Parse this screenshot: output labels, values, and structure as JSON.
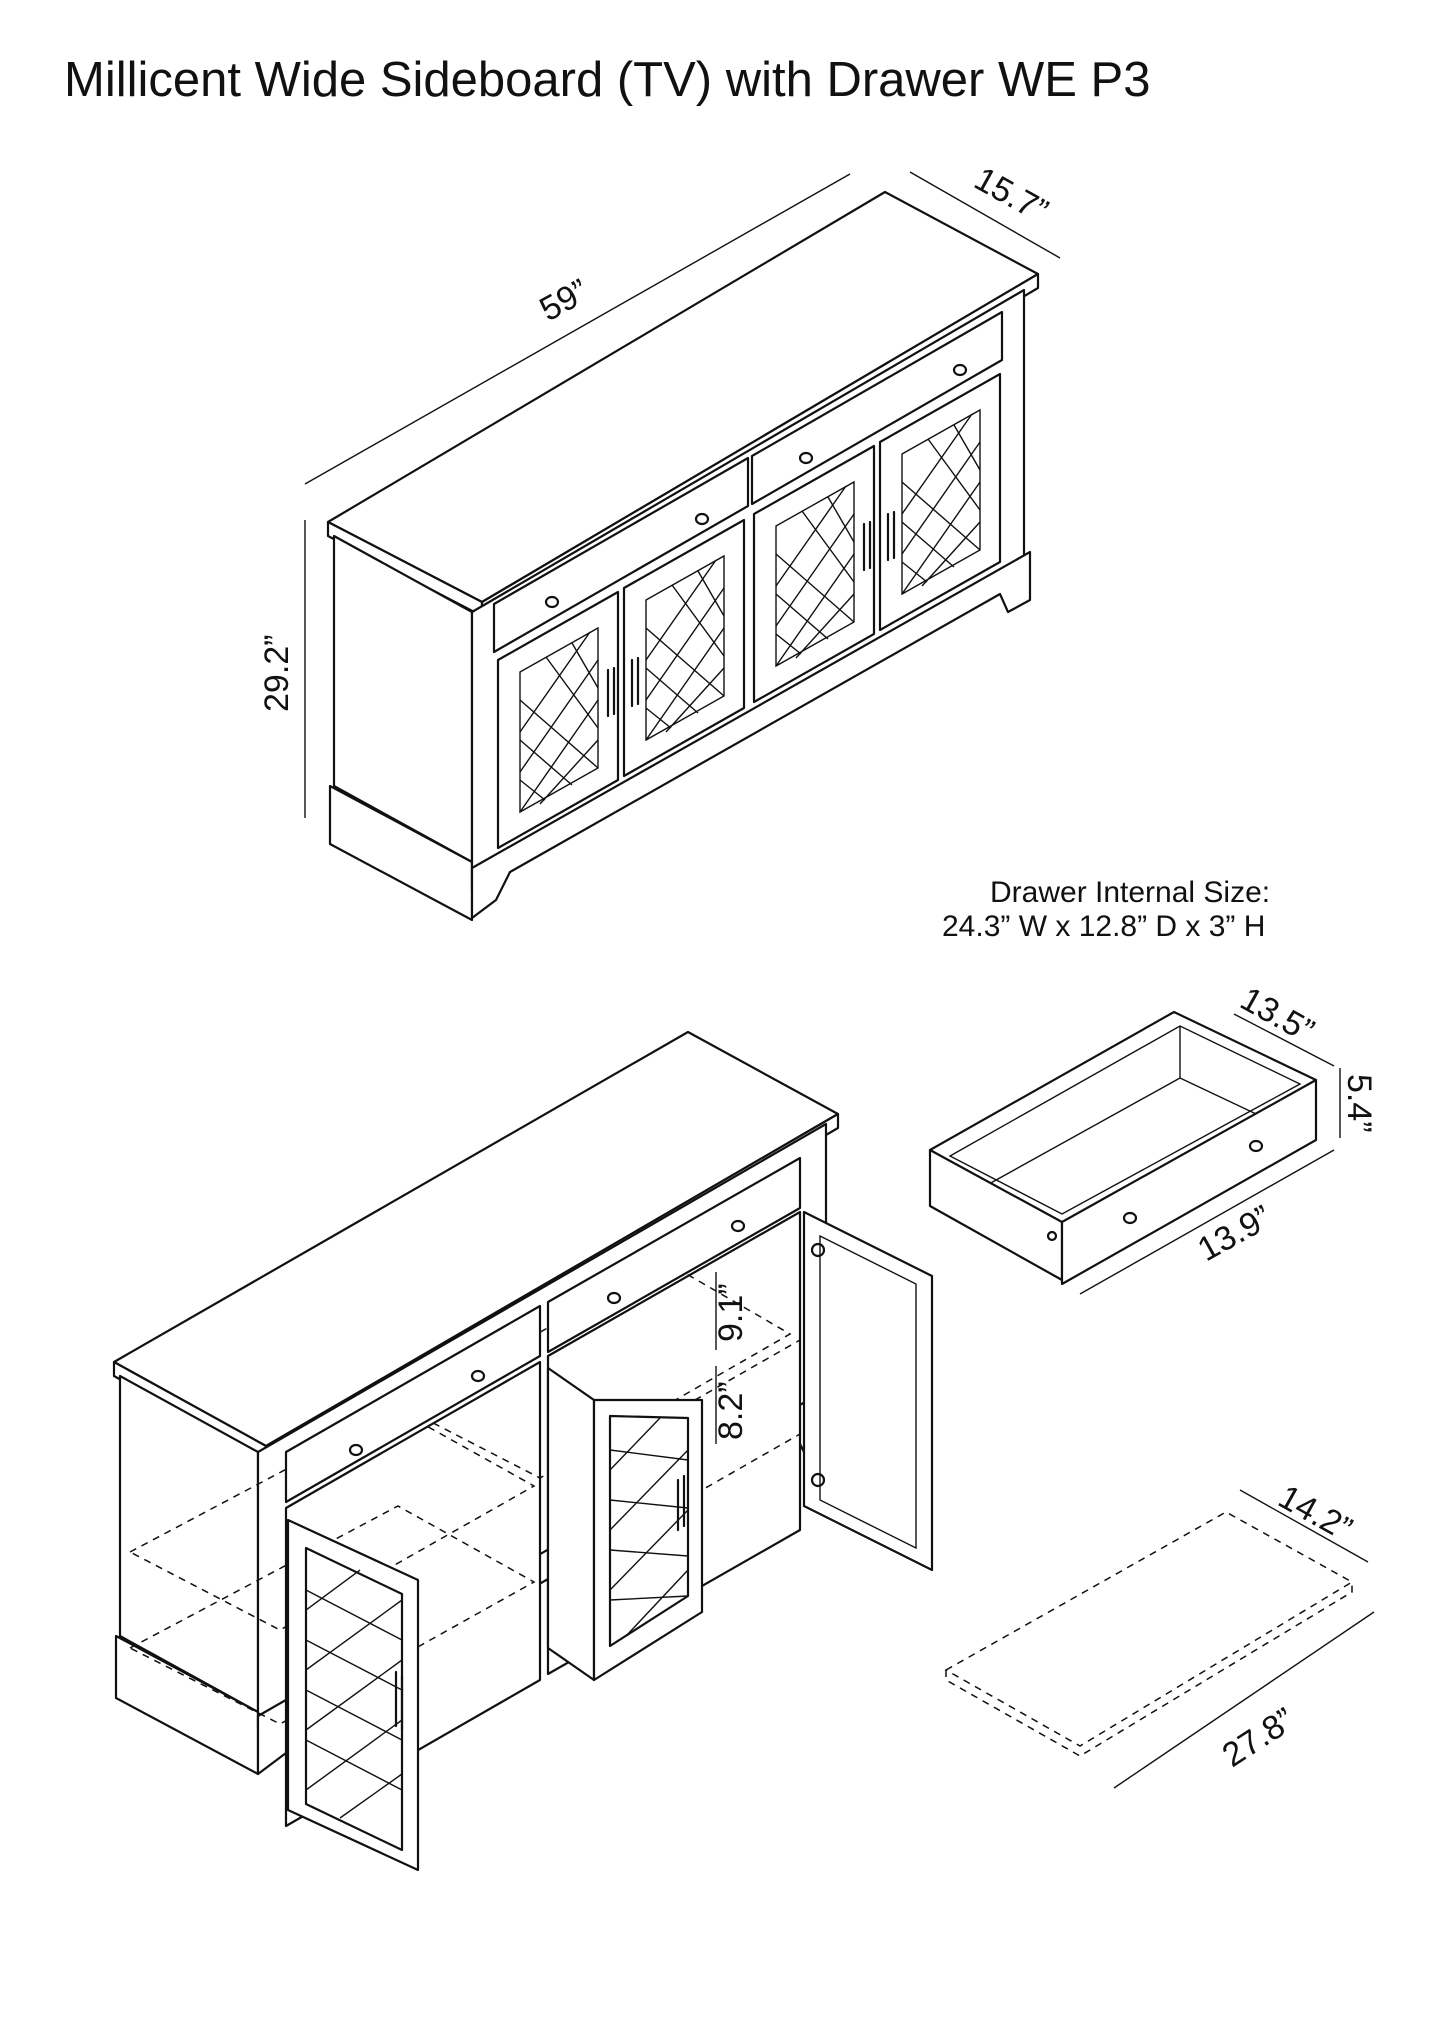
{
  "title": "Millicent Wide Sideboard (TV) with Drawer WE P3",
  "dimensions": {
    "width": "59”",
    "depth": "15.7”",
    "height": "29.2”",
    "shelf_upper_gap": "9.1”",
    "shelf_lower_gap": "8.2”",
    "drawer_depth": "13.5”",
    "drawer_height": "5.4”",
    "drawer_width": "13.9”",
    "shelf_depth": "14.2”",
    "shelf_width": "27.8”"
  },
  "drawer_internal": {
    "label": "Drawer Internal Size:",
    "size": "24.3” W x 12.8” D x 3” H"
  }
}
